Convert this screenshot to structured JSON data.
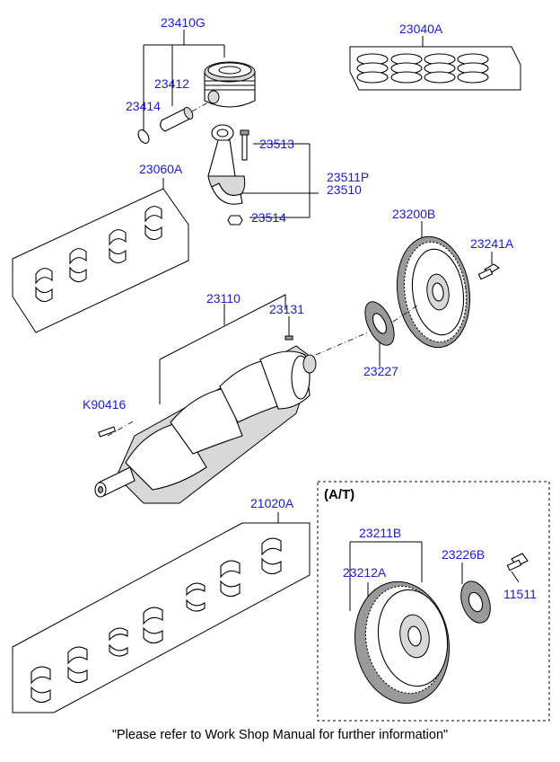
{
  "callouts": {
    "piston_kit": "23410G",
    "piston_rings": "23040A",
    "piston_pin": "23412",
    "snap_ring": "23414",
    "conrod_bolt": "23513",
    "conrod_bearing_set": "23060A",
    "conrod_assy": "23511P",
    "conrod_bearing": "23510",
    "conrod_nut": "23514",
    "flywheel_assy": "23200B",
    "flywheel_bolt": "23241A",
    "crankshaft": "23110",
    "crank_key": "23131",
    "spacer_plate": "23227",
    "pin": "K90416",
    "main_bearing_set": "21020A",
    "drive_plate_assy": "23211B",
    "ring_gear": "23212A",
    "adapter_plate": "23226B",
    "drive_plate_bolt": "11511"
  },
  "at_box_label": "(A/T)",
  "footer_note": "\"Please refer to Work Shop Manual for further information\""
}
